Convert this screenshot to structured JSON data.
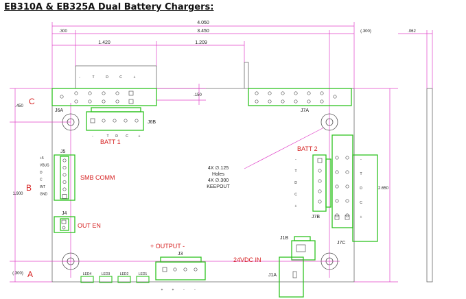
{
  "title": "EB310A & EB325A Dual Battery Chargers:",
  "dimensions": {
    "top_overall": "4.050",
    "top_left_offset": ".300",
    "top_span": "3.450",
    "top_right_offset": "(.300)",
    "thickness": ".062",
    "j6_offset": "1.420",
    "gap_width": "1.209",
    "notch_depth": ".150",
    "left_height": "1.900",
    "right_height": "2.650",
    "upper_offset": ".450",
    "lower_offset": "(.300)"
  },
  "zones": {
    "c": "C",
    "b": "B",
    "a": "A"
  },
  "connectors": {
    "j6a": "J6A",
    "j6b": "J6B",
    "j7a": "J7A",
    "j7b": "J7B",
    "j7c": "J7C",
    "j5": "J5",
    "j4": "J4",
    "j3": "J3",
    "j1a": "J1A",
    "j1b": "J1B"
  },
  "sections": {
    "batt1": "BATT 1",
    "batt2": "BATT 2",
    "smb_comm": "SMB COMM",
    "out_en": "OUT EN",
    "output": "+ OUTPUT -",
    "dc_in": "24VDC IN"
  },
  "holes_note": {
    "line1": "4X ∅.125",
    "line2": "Holes",
    "line3": "4X ∅.300",
    "line4": "KEEPOUT"
  },
  "pins": {
    "j6a_top": [
      "-",
      "T",
      "D",
      "C",
      "+"
    ],
    "j6b_bottom": [
      "-",
      "T",
      "D",
      "C",
      "+"
    ],
    "j5": [
      "+5",
      "VBUS",
      "D",
      "C",
      "INT",
      "GND"
    ],
    "batt2": [
      "-",
      "T",
      "D",
      "C",
      "+"
    ],
    "j7c": [
      "-",
      "T",
      "D",
      "C",
      "+"
    ],
    "j3": [
      "+",
      "+",
      "-",
      "-"
    ]
  },
  "leds": [
    "LED4",
    "LED3",
    "LED2",
    "LED1"
  ]
}
